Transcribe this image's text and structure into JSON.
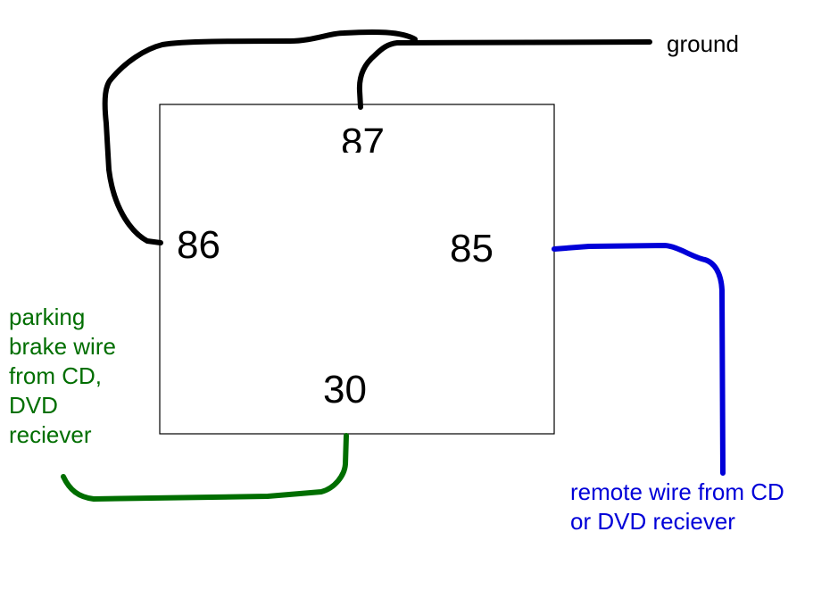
{
  "relay": {
    "pins": {
      "p87": "87",
      "p86": "86",
      "p85": "85",
      "p30": "30"
    }
  },
  "labels": {
    "ground": "ground",
    "parking_brake": [
      "parking",
      "brake wire",
      "from CD,",
      "DVD",
      "reciever"
    ],
    "remote": [
      "remote wire from CD",
      "or DVD reciever"
    ]
  },
  "colors": {
    "ground_wire": "#000000",
    "parking_wire": "#006e00",
    "remote_wire": "#0000d8",
    "relay_outline": "#000000",
    "background": "#ffffff"
  }
}
